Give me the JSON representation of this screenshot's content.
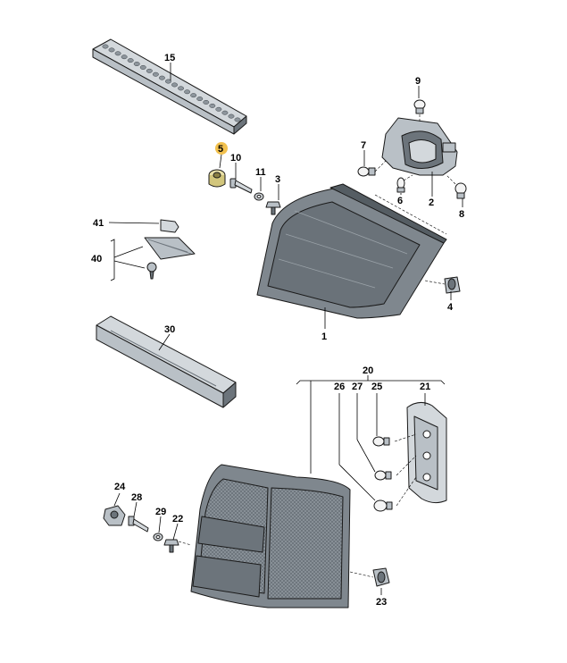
{
  "labels": {
    "l1": "1",
    "l2": "2",
    "l3": "3",
    "l4": "4",
    "l5": "5",
    "l6": "6",
    "l7": "7",
    "l8": "8",
    "l9": "9",
    "l10": "10",
    "l11": "11",
    "l15": "15",
    "l20": "20",
    "l21": "21",
    "l22": "22",
    "l23": "23",
    "l24": "24",
    "l25": "25",
    "l26": "26",
    "l27": "27",
    "l28": "28",
    "l29": "29",
    "l30": "30",
    "l40": "40",
    "l41": "41"
  },
  "highlight_color": "#f2c14e"
}
